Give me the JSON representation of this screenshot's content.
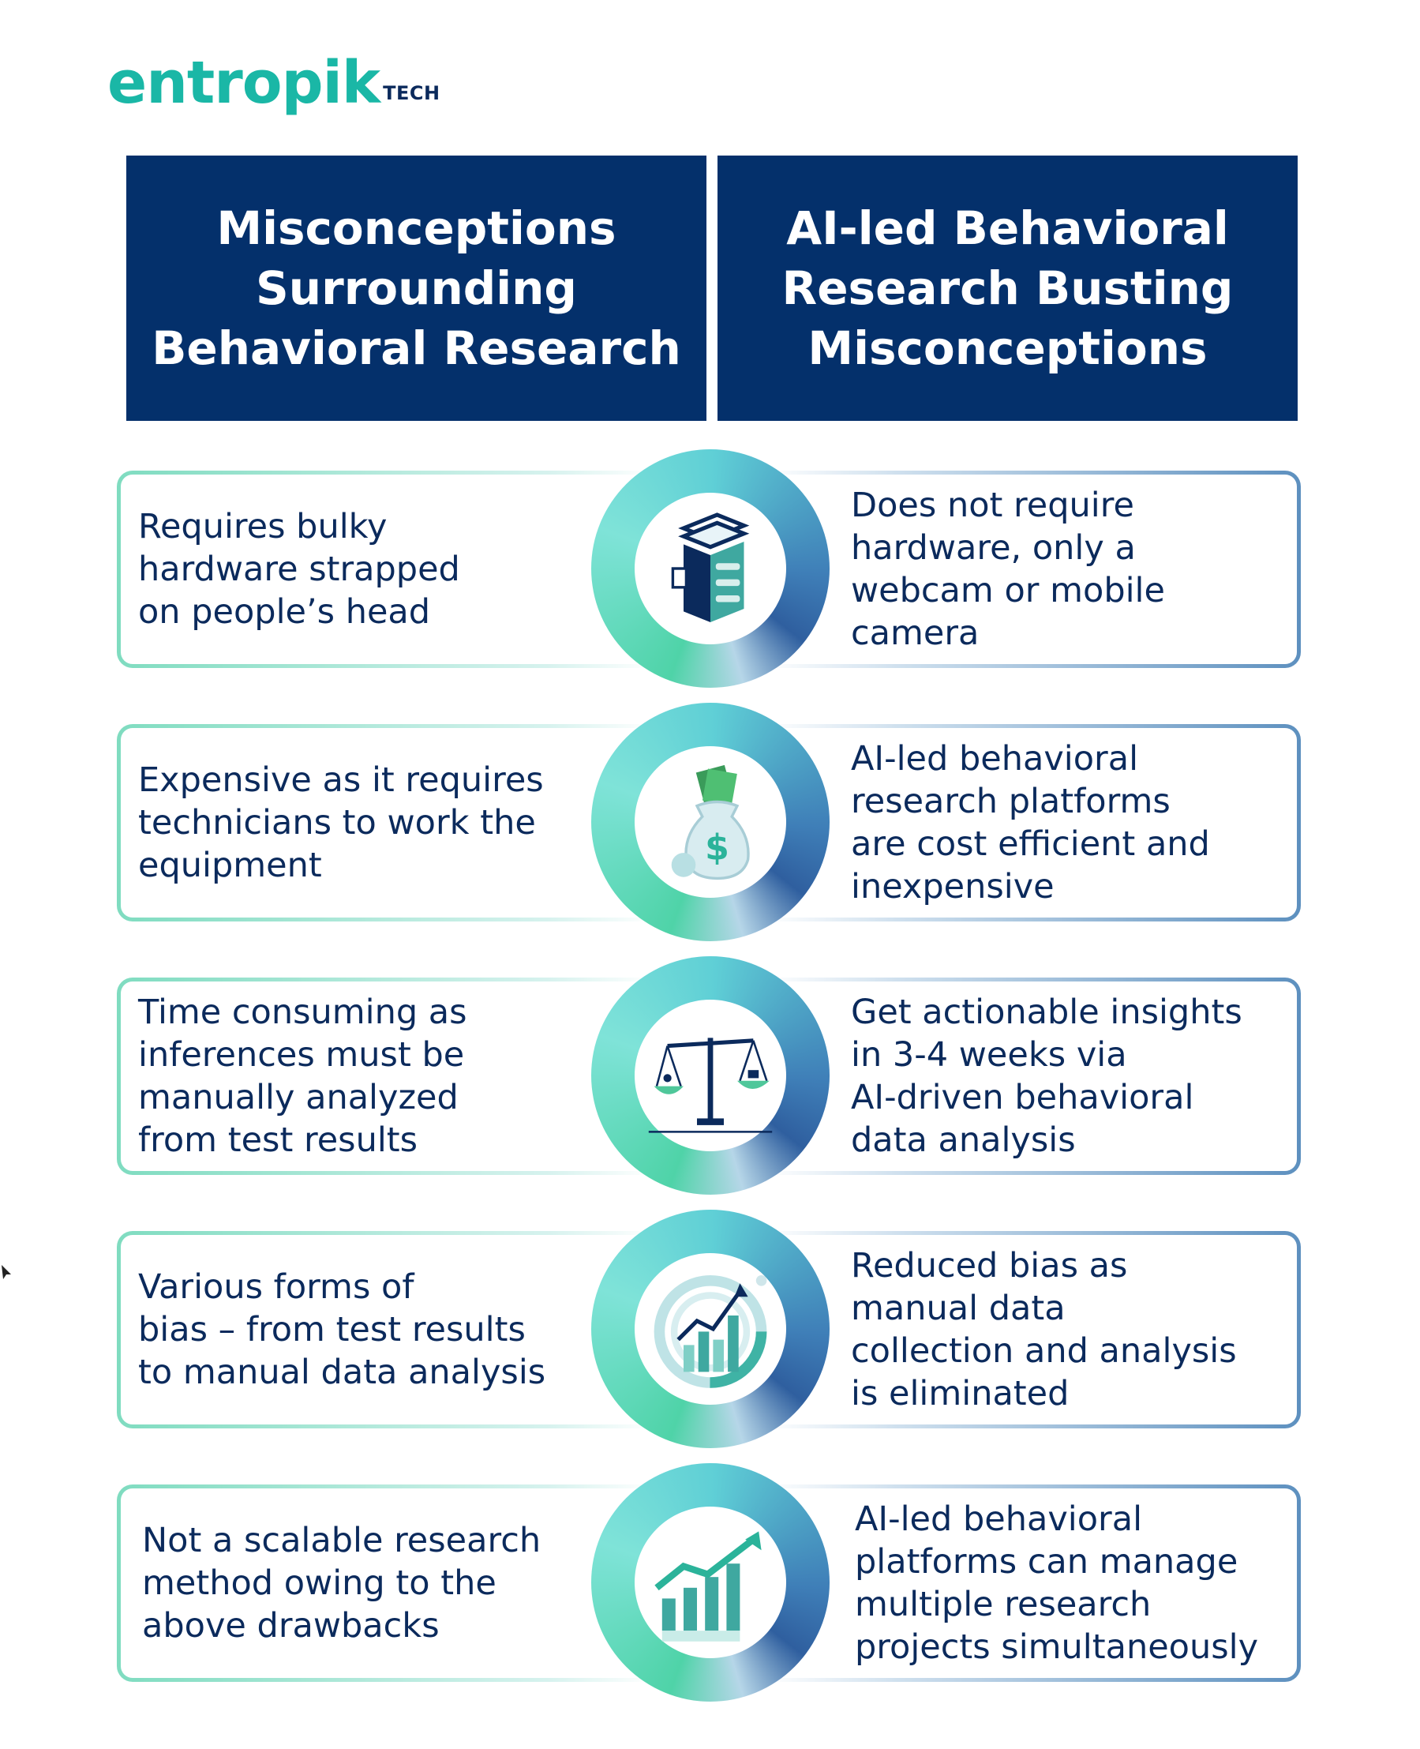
{
  "brand": {
    "name": "entropik",
    "suffix": "TECH"
  },
  "headers": {
    "left": [
      "Misconceptions",
      "Surrounding",
      "Behavioral Research"
    ],
    "right": [
      "AI-led Behavioral",
      "Research Busting",
      "Misconceptions"
    ]
  },
  "rows": [
    {
      "icon": "server-tower-icon",
      "misconception": [
        "Requires bulky",
        "hardware strapped",
        "on people’s head"
      ],
      "solution": [
        "Does not require",
        "hardware, only a",
        "webcam or mobile",
        "camera"
      ]
    },
    {
      "icon": "money-bag-icon",
      "misconception": [
        "Expensive as it requires",
        "technicians to work the",
        "equipment"
      ],
      "solution": [
        "AI-led behavioral",
        "research platforms",
        "are cost efficient and",
        "inexpensive"
      ]
    },
    {
      "icon": "balance-scale-icon",
      "misconception": [
        "Time consuming as",
        "inferences must be",
        "manually analyzed",
        "from test results"
      ],
      "solution": [
        "Get actionable insights",
        "in 3-4 weeks via",
        "AI-driven behavioral",
        "data analysis"
      ]
    },
    {
      "icon": "analytics-dial-icon",
      "misconception": [
        "Various forms of",
        "bias – from test results",
        "to manual data analysis"
      ],
      "solution": [
        "Reduced bias as",
        "manual data",
        "collection and analysis",
        "is eliminated"
      ]
    },
    {
      "icon": "growth-chart-icon",
      "misconception": [
        "Not a scalable research",
        "method owing to the",
        "above drawbacks"
      ],
      "solution": [
        "AI-led behavioral",
        "platforms can manage",
        "multiple research",
        "projects simultaneously"
      ]
    }
  ]
}
